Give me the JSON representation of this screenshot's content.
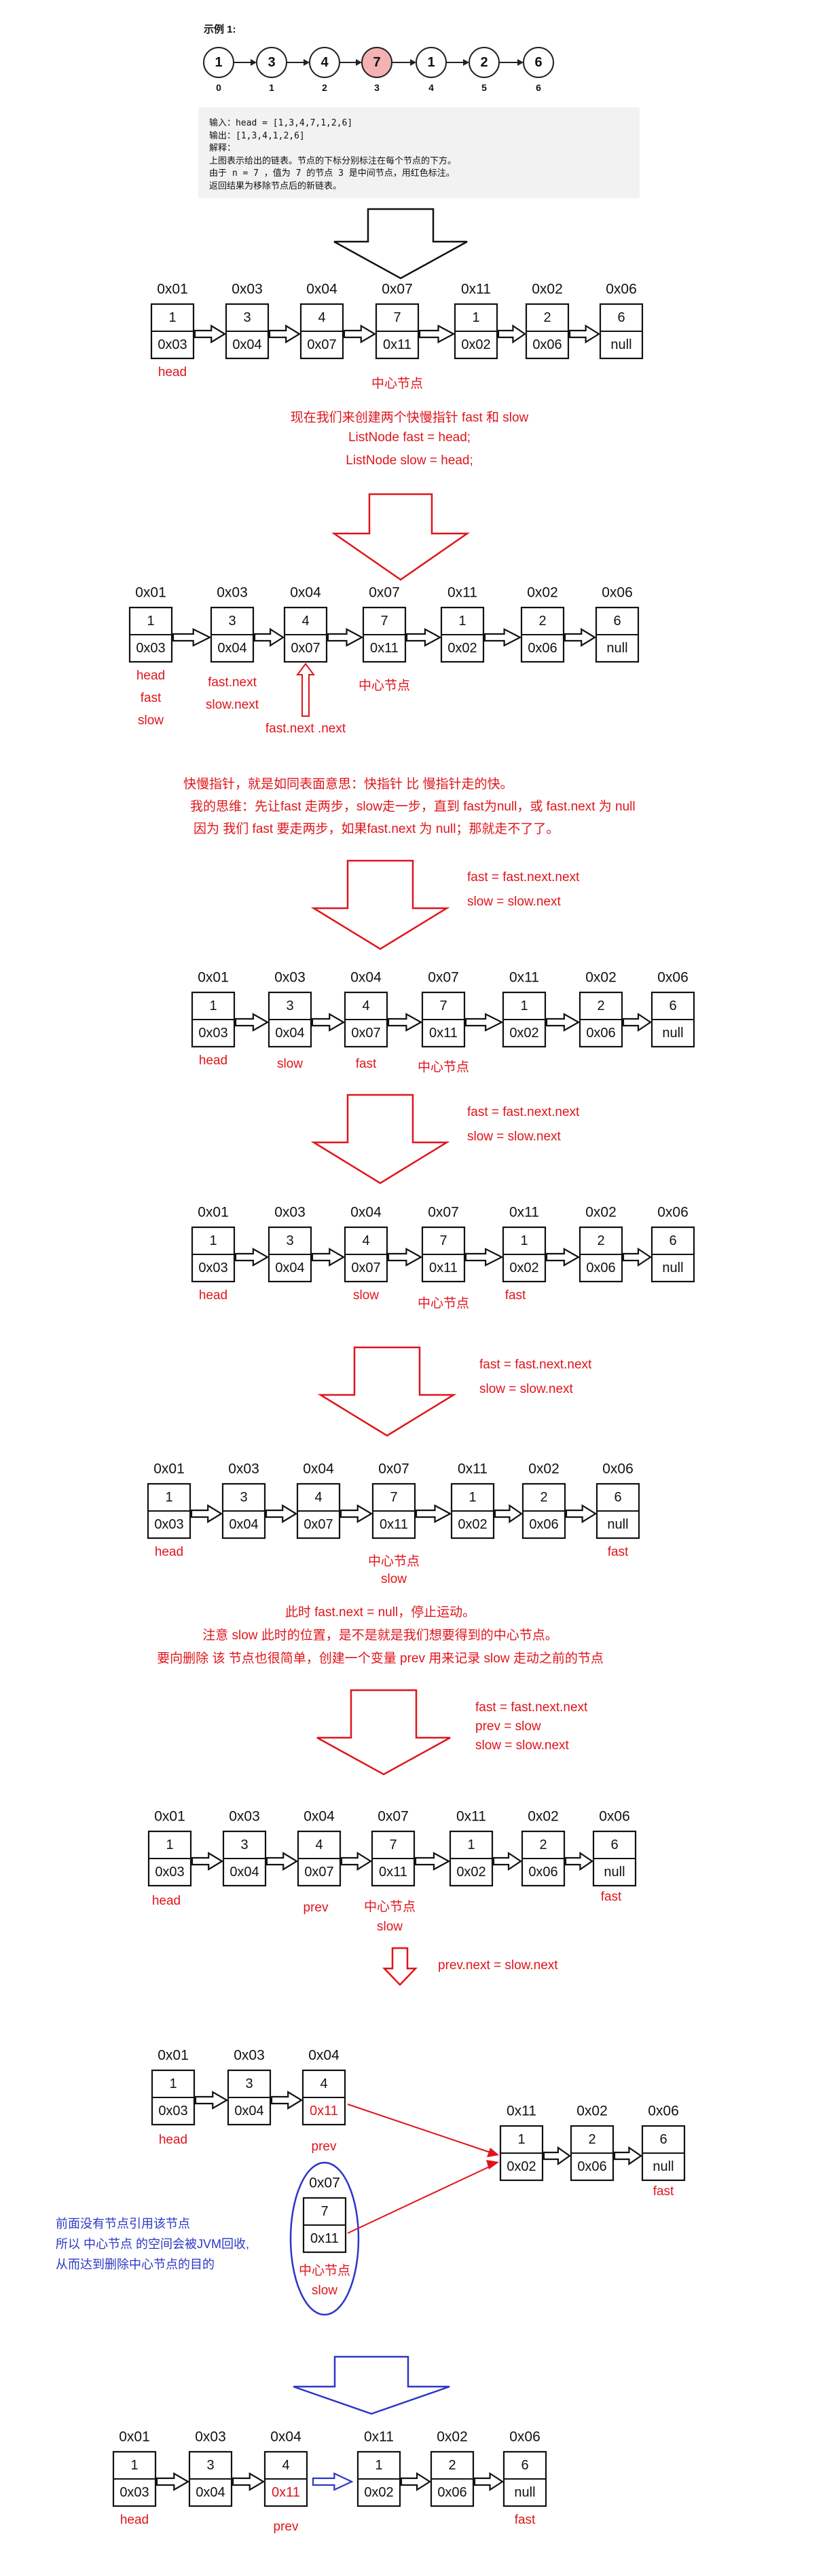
{
  "example": {
    "title": "示例 1:",
    "list": [
      {
        "v": "1",
        "i": "0"
      },
      {
        "v": "3",
        "i": "1"
      },
      {
        "v": "4",
        "i": "2"
      },
      {
        "v": "7",
        "i": "3",
        "highlight": true
      },
      {
        "v": "1",
        "i": "4"
      },
      {
        "v": "2",
        "i": "5"
      },
      {
        "v": "6",
        "i": "6"
      }
    ],
    "lines": [
      "输入：head = [1,3,4,7,1,2,6]",
      "输出：[1,3,4,1,2,6]",
      "解释：",
      "上图表示给出的链表。节点的下标分别标注在每个节点的下方。",
      "由于 n = 7 ，值为 7 的节点 3 是中间节点，用红色标注。",
      "返回结果为移除节点后的新链表。"
    ]
  },
  "nodes": [
    {
      "addr": "0x01",
      "val": "1",
      "next": "0x03"
    },
    {
      "addr": "0x03",
      "val": "3",
      "next": "0x04"
    },
    {
      "addr": "0x04",
      "val": "4",
      "next": "0x07"
    },
    {
      "addr": "0x07",
      "val": "7",
      "next": "0x11"
    },
    {
      "addr": "0x11",
      "val": "1",
      "next": "0x02"
    },
    {
      "addr": "0x02",
      "val": "2",
      "next": "0x06"
    },
    {
      "addr": "0x06",
      "val": "6",
      "next": "null"
    }
  ],
  "texts": {
    "head": "head",
    "center": "中心节点",
    "fast": "fast",
    "slow": "slow",
    "prev": "prev",
    "fast_next": "fast.next",
    "slow_next": "slow.next",
    "fast_next_next": "fast.next .next",
    "new_next": "0x11",
    "intro": [
      "现在我们来创建两个快慢指针 fast 和 slow",
      "ListNode fast = head;",
      "ListNode slow = head;"
    ],
    "explain": [
      "快慢指针，就是如同表面意思：快指针 比 慢指针走的快。",
      "我的思维：先让fast 走两步，slow走一步，直到 fast为null，或 fast.next 为 null",
      "因为 我们 fast 要走两步，如果fast.next 为 null；那就走不了了。"
    ],
    "step_code": [
      "fast = fast.next.next",
      "slow = slow.next"
    ],
    "stop": [
      "此时 fast.next = null，停止运动。",
      "注意 slow 此时的位置，是不是就是我们想要得到的中心节点。",
      "要向删除 该 节点也很简单，创建一个变量 prev 用来记录 slow 走动之前的节点"
    ],
    "prev_code": [
      "fast = fast.next.next",
      "prev = slow",
      "slow = slow.next"
    ],
    "link_code": "prev.next = slow.next",
    "gc": [
      "前面没有节点引用该节点",
      "所以 中心节点 的空间会被JVM回收,",
      "从而达到删除中心节点的目的"
    ]
  }
}
